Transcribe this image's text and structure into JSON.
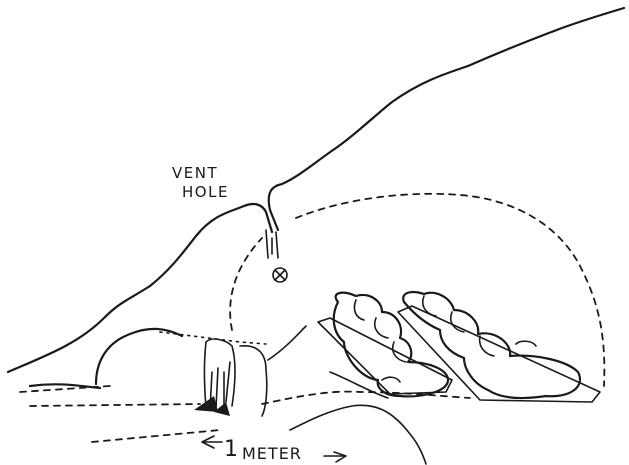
{
  "labels": {
    "vent_line1": "VENT",
    "vent_line2": "HOLE",
    "scale_number": "1",
    "scale_unit": "METER"
  },
  "colors": {
    "ink": "#1a1a1a",
    "paper": "#ffffff"
  }
}
